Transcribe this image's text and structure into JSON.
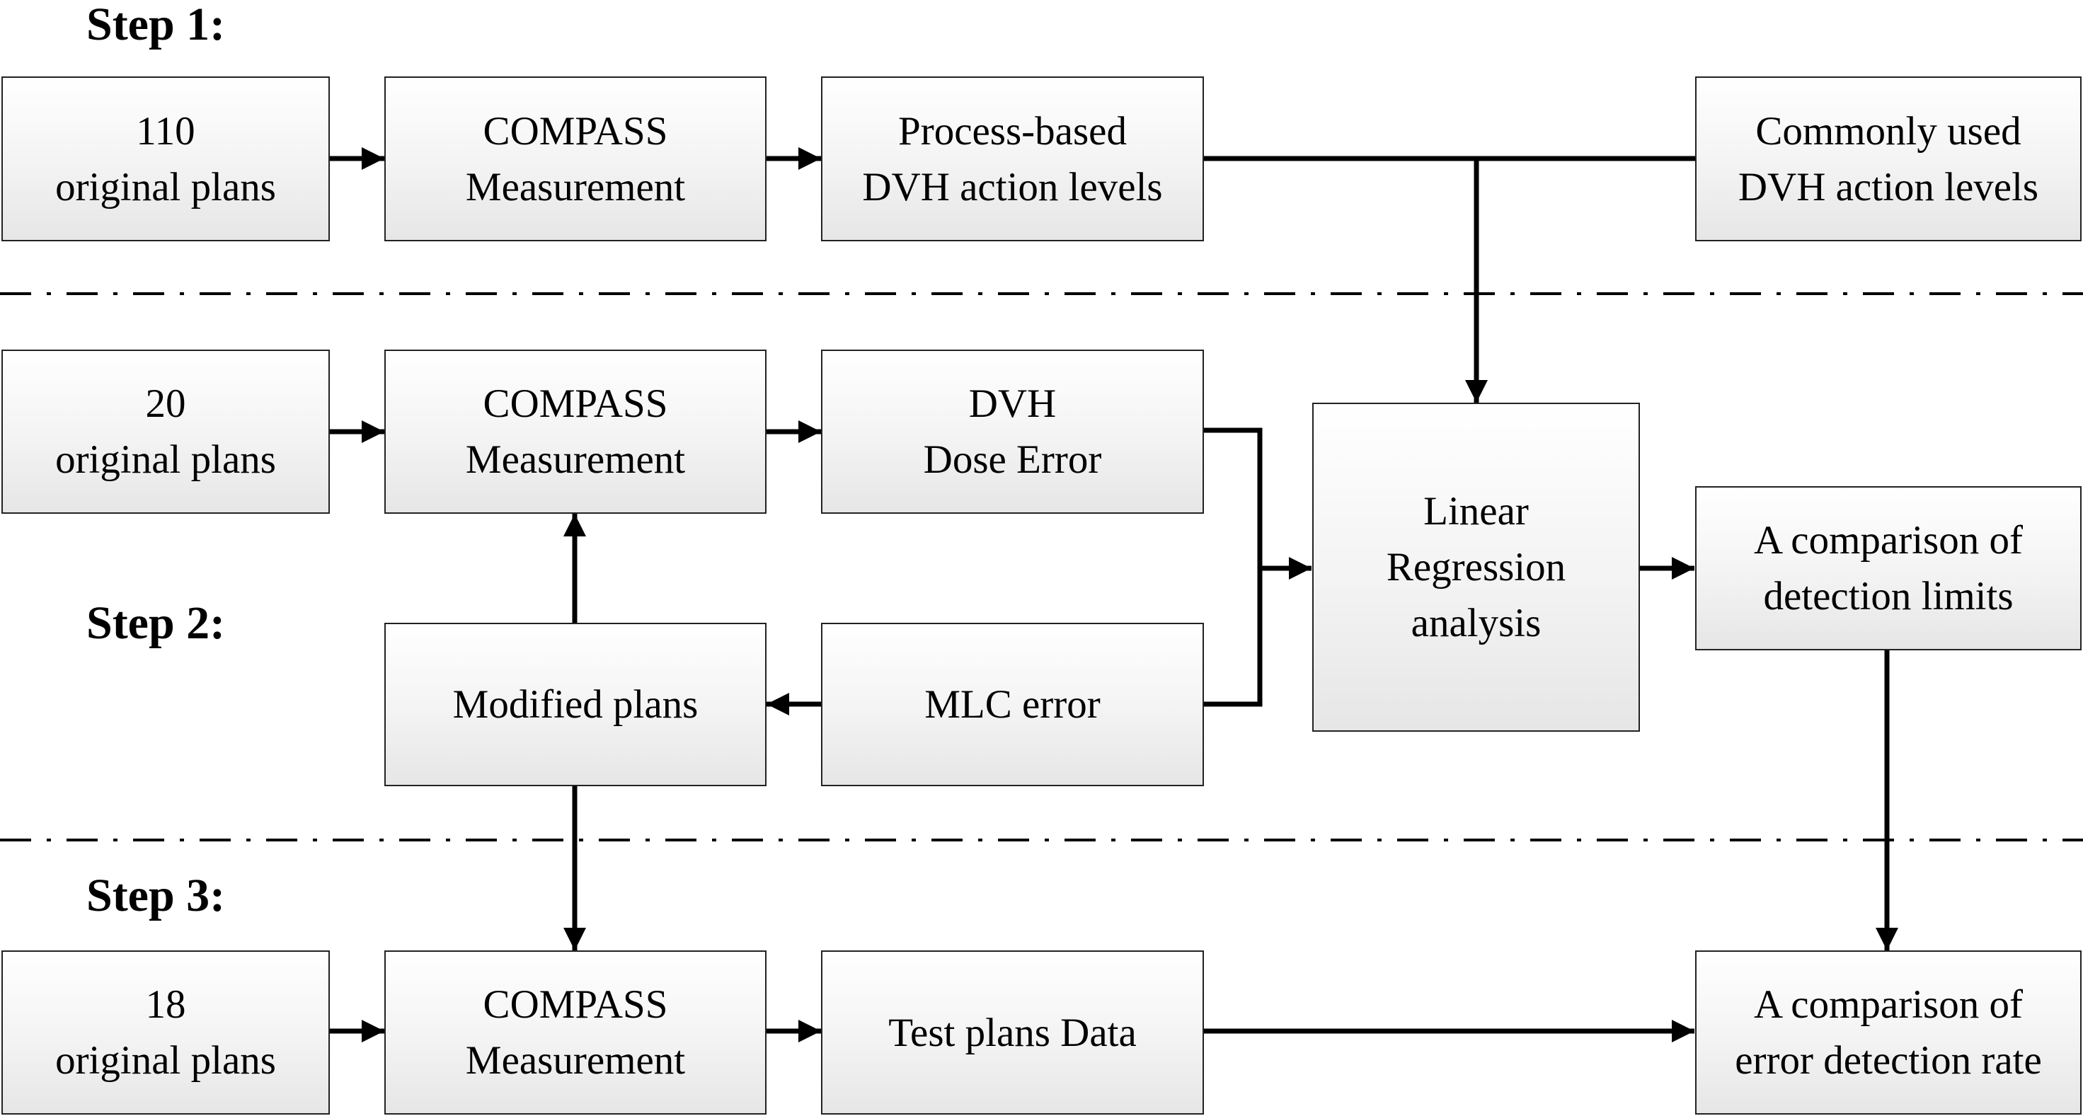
{
  "steps": {
    "step1": "Step 1:",
    "step2": "Step 2:",
    "step3": "Step 3:"
  },
  "boxes": {
    "plans110": "110\noriginal plans",
    "compass1": "COMPASS\nMeasurement",
    "process_levels": "Process-based\nDVH action levels",
    "common_levels": "Commonly used\nDVH action levels",
    "plans20": "20\noriginal plans",
    "compass2": "COMPASS\nMeasurement",
    "dvh_dose_error": "DVH\nDose Error",
    "linear_regression": "Linear\nRegression\nanalysis",
    "comparison_limits": "A comparison of\ndetection limits",
    "modified_plans": "Modified plans",
    "mlc_error": "MLC error",
    "plans18": "18\noriginal plans",
    "compass3": "COMPASS\nMeasurement",
    "test_plans": "Test plans Data",
    "comparison_rate": "A comparison of\nerror detection rate"
  },
  "colors": {
    "line": "#000000",
    "box_border": "#222222"
  }
}
